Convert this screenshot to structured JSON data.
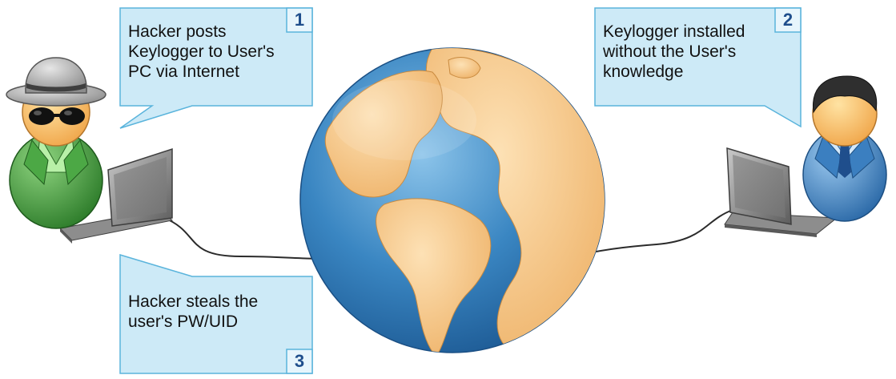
{
  "callouts": [
    {
      "number": "1",
      "lines": [
        "Hacker posts",
        "Keylogger to User's",
        "PC via Internet"
      ]
    },
    {
      "number": "2",
      "lines": [
        "Keylogger installed",
        "without the User's",
        "knowledge"
      ]
    },
    {
      "number": "3",
      "lines": [
        "Hacker steals the",
        "user's PW/UID"
      ]
    }
  ],
  "actors": {
    "hacker": {
      "icon": "hacker-figure-icon"
    },
    "user": {
      "icon": "user-figure-icon"
    }
  },
  "colors": {
    "callout_fill": "#cdeaf7",
    "callout_border": "#5ab4dc",
    "badge_text": "#1f4e8c",
    "ocean": "#3a86c2",
    "land": "#f3c27f",
    "hacker_green": "#3d9a3a",
    "user_blue": "#3b7fc0",
    "laptop_gray": "#6d6d6d"
  }
}
